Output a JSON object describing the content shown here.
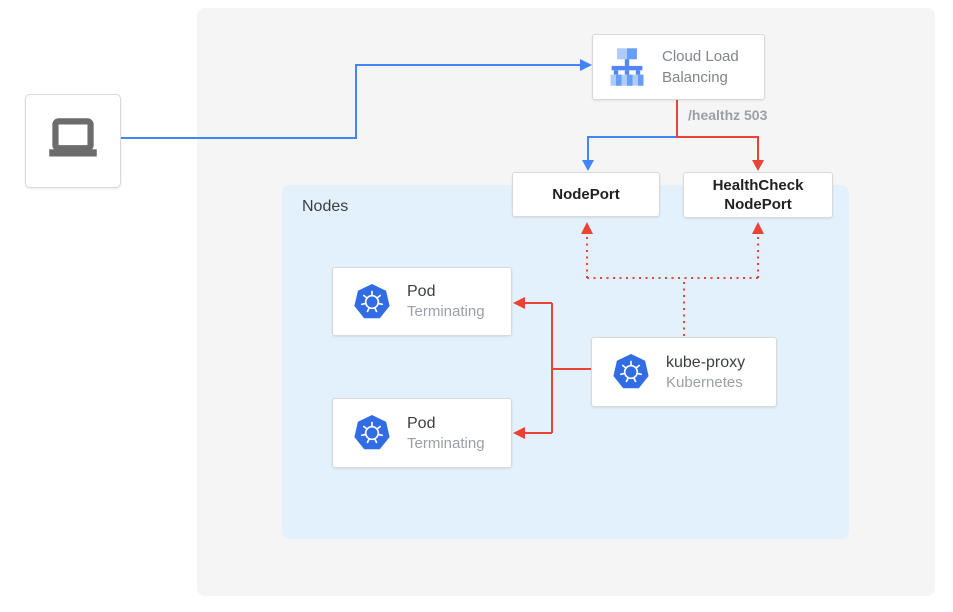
{
  "diagram_title": "external traffic to terminating pods through load balancer",
  "client": {
    "icon": "laptop-icon"
  },
  "cloud_load_balancing": {
    "label": "Cloud Load Balancing",
    "icon": "cloud-load-balancing-icon"
  },
  "healthz": {
    "label": "/healthz 503"
  },
  "nodes": {
    "label": "Nodes"
  },
  "nodeport": {
    "label": "NodePort"
  },
  "healthcheck_nodeport": {
    "label": "HealthCheck NodePort"
  },
  "pods": [
    {
      "title": "Pod",
      "subtitle": "Terminating",
      "icon": "kubernetes-helm-icon"
    },
    {
      "title": "Pod",
      "subtitle": "Terminating",
      "icon": "kubernetes-helm-icon"
    }
  ],
  "kube_proxy": {
    "title": "kube-proxy",
    "subtitle": "Kubernetes",
    "icon": "kubernetes-helm-icon"
  },
  "connections": [
    {
      "from": "client",
      "to": "cloud-load-balancing",
      "style": "solid",
      "color": "blue"
    },
    {
      "from": "cloud-load-balancing",
      "to": "nodeport",
      "style": "solid",
      "color": "blue"
    },
    {
      "from": "cloud-load-balancing",
      "to": "healthcheck-nodeport",
      "style": "solid",
      "color": "red",
      "annotation": "/healthz 503"
    },
    {
      "from": "kube-proxy",
      "to": "pod-1",
      "style": "solid",
      "color": "red"
    },
    {
      "from": "kube-proxy",
      "to": "pod-2",
      "style": "solid",
      "color": "red"
    },
    {
      "from": "kube-proxy",
      "to": "nodeport",
      "style": "dotted",
      "color": "red"
    },
    {
      "from": "kube-proxy",
      "to": "healthcheck-nodeport",
      "style": "dotted",
      "color": "red"
    }
  ],
  "colors": {
    "blue": "#4285f4",
    "red": "#ea4335",
    "panel_bg": "#f5f5f5",
    "nodes_bg": "#e3f1fc",
    "k8s_blue": "#326ce5",
    "icon_gray": "#6c6c6c",
    "text_dark": "#3c4043",
    "text_gray": "#80868b",
    "text_muted": "#9aa0a6",
    "box_border": "#d9d9d9",
    "lb_light": "#aecbfa",
    "lb_mid": "#669df6",
    "lb_dark": "#5286f5"
  }
}
